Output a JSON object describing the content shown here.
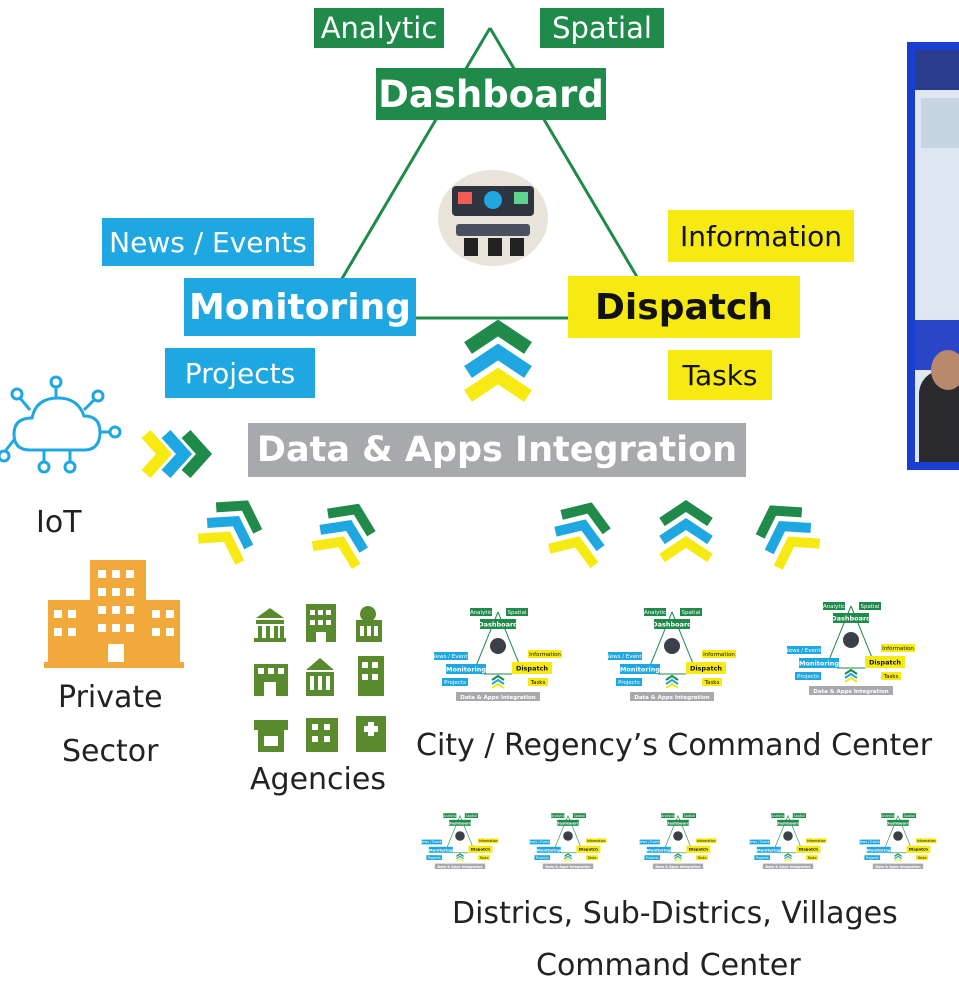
{
  "diagram": {
    "analytic": "Analytic",
    "spatial": "Spatial",
    "dashboard": "Dashboard",
    "news_events": "News / Events",
    "monitoring": "Monitoring",
    "projects": "Projects",
    "information": "Information",
    "dispatch": "Dispatch",
    "tasks": "Tasks",
    "integration": "Data & Apps Integration"
  },
  "sources": {
    "iot": "IoT",
    "private_line1": "Private",
    "private_line2": "Sector",
    "agencies": "Agencies",
    "city_center": "City / Regency’s Command Center",
    "district_line1": "Districs, Sub-Districs, Villages",
    "district_line2": "Command Center"
  },
  "colors": {
    "green": "#1f8a4a",
    "blue": "#1ea7e1",
    "yellow": "#f7ea12",
    "gray": "#a7a9ac",
    "orange": "#f2a93b",
    "olive": "#5a8a2e",
    "frame_blue": "#1a3fd0"
  }
}
